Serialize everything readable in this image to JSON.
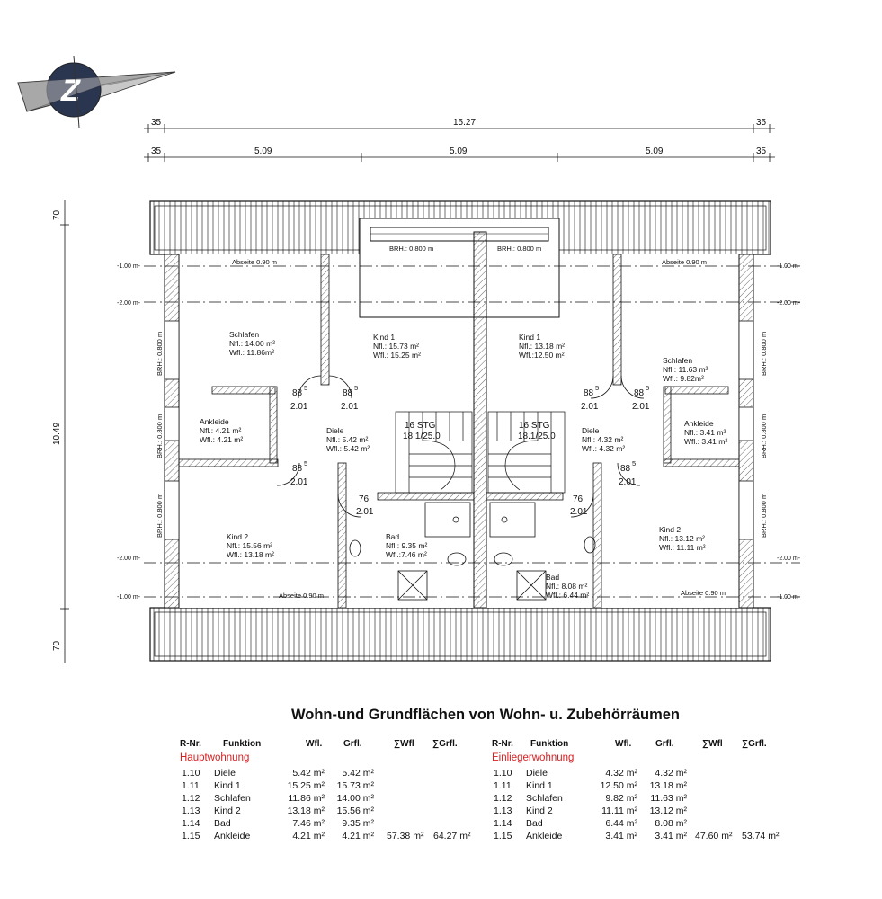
{
  "dimensions": {
    "top_total": "15.27",
    "edge": "35",
    "segments": [
      "5.09",
      "5.09",
      "5.09"
    ],
    "side_total": "10.49",
    "side_edge": "70"
  },
  "levels": {
    "minus1": "-1.00 m-",
    "minus2": "-2.00 m-"
  },
  "notes": {
    "brh_top": "BRH.: 0.800 m",
    "brh_side": "BRH.: 0.800 m",
    "abseite": "Abseite 0.90 m",
    "stair": "16 STG",
    "stair_ratio": "18.1/25.0"
  },
  "doors": {
    "d88": "88",
    "sup5": "5",
    "d76": "76",
    "h201": "2.01"
  },
  "rooms": {
    "schlafen_l": {
      "name": "Schlafen",
      "nfl": "Nfl.:  14.00 m²",
      "wfl": "Wfl.:  11.86m²"
    },
    "kind1_l": {
      "name": "Kind 1",
      "nfl": "Nfl.:   15.73 m²",
      "wfl": "Wfl.:   15.25 m²"
    },
    "kind1_r": {
      "name": "Kind 1",
      "nfl": "Nfl.:  13.18 m²",
      "wfl": "Wfl.:12.50 m²"
    },
    "schlafen_r": {
      "name": "Schlafen",
      "nfl": "Nfl.:     11.63 m²",
      "wfl": "Wfl.:     9.82m²"
    },
    "ankleide_l": {
      "name": "Ankleide",
      "nfl": "Nfl.:   4.21 m²",
      "wfl": "Wfl.:   4.21 m²"
    },
    "diele_l": {
      "name": "Diele",
      "nfl": "Nfl.:    5.42 m²",
      "wfl": "Wfl.:    5.42 m²"
    },
    "diele_r": {
      "name": "Diele",
      "nfl": "Nfl.:    4.32 m²",
      "wfl": "Wfl.:    4.32 m²"
    },
    "ankleide_r": {
      "name": "Ankleide",
      "nfl": "Nfl.:    3.41 m²",
      "wfl": "Wfl.:    3.41 m²"
    },
    "kind2_l": {
      "name": "Kind 2",
      "nfl": "Nfl.:   15.56 m²",
      "wfl": "Wfl.:   13.18 m²"
    },
    "bad_l": {
      "name": "Bad",
      "nfl": "Nfl.: 9.35 m²",
      "wfl": "Wfl.:7.46 m²"
    },
    "bad_r": {
      "name": "Bad",
      "nfl": "Nfl.:   8.08 m²",
      "wfl": "Wfl.:   6.44 m²"
    },
    "kind2_r": {
      "name": "Kind 2",
      "nfl": "Nfl.:  13.12 m²",
      "wfl": "Wfl.:  11.11 m²"
    }
  },
  "table": {
    "title": "Wohn-und Grundflächen von Wohn- u. Zubehörräumen",
    "headers": {
      "rnr": "R-Nr.",
      "funktion": "Funktion",
      "wfl": "Wfl.",
      "grfl": "Grfl.",
      "sum_wfl": "∑Wfl",
      "sum_grfl": "∑Grfl."
    },
    "left": {
      "group": "Hauptwohnung",
      "rows": [
        {
          "nr": "1.10",
          "f": "Diele",
          "wfl": "5.42 m²",
          "grfl": "5.42 m²"
        },
        {
          "nr": "1.11",
          "f": "Kind 1",
          "wfl": "15.25 m²",
          "grfl": "15.73 m²"
        },
        {
          "nr": "1.12",
          "f": "Schlafen",
          "wfl": "11.86 m²",
          "grfl": "14.00 m²"
        },
        {
          "nr": "1.13",
          "f": "Kind 2",
          "wfl": "13.18 m²",
          "grfl": "15.56 m²"
        },
        {
          "nr": "1.14",
          "f": "Bad",
          "wfl": "7.46 m²",
          "grfl": "9.35 m²"
        },
        {
          "nr": "1.15",
          "f": "Ankleide",
          "wfl": "4.21 m²",
          "grfl": "4.21 m²"
        }
      ],
      "sum_wfl": "57.38 m²",
      "sum_grfl": "64.27 m²"
    },
    "right": {
      "group": "Einliegerwohnung",
      "rows": [
        {
          "nr": "1.10",
          "f": "Diele",
          "wfl": "4.32 m²",
          "grfl": "4.32 m²"
        },
        {
          "nr": "1.11",
          "f": "Kind 1",
          "wfl": "12.50 m²",
          "grfl": "13.18 m²"
        },
        {
          "nr": "1.12",
          "f": "Schlafen",
          "wfl": "9.82 m²",
          "grfl": "11.63 m²"
        },
        {
          "nr": "1.13",
          "f": "Kind 2",
          "wfl": "11.11 m²",
          "grfl": "13.12 m²"
        },
        {
          "nr": "1.14",
          "f": "Bad",
          "wfl": "6.44 m²",
          "grfl": "8.08 m²"
        },
        {
          "nr": "1.15",
          "f": "Ankleide",
          "wfl": "3.41 m²",
          "grfl": "3.41 m²"
        }
      ],
      "sum_wfl": "47.60 m²",
      "sum_grfl": "53.74 m²"
    }
  }
}
